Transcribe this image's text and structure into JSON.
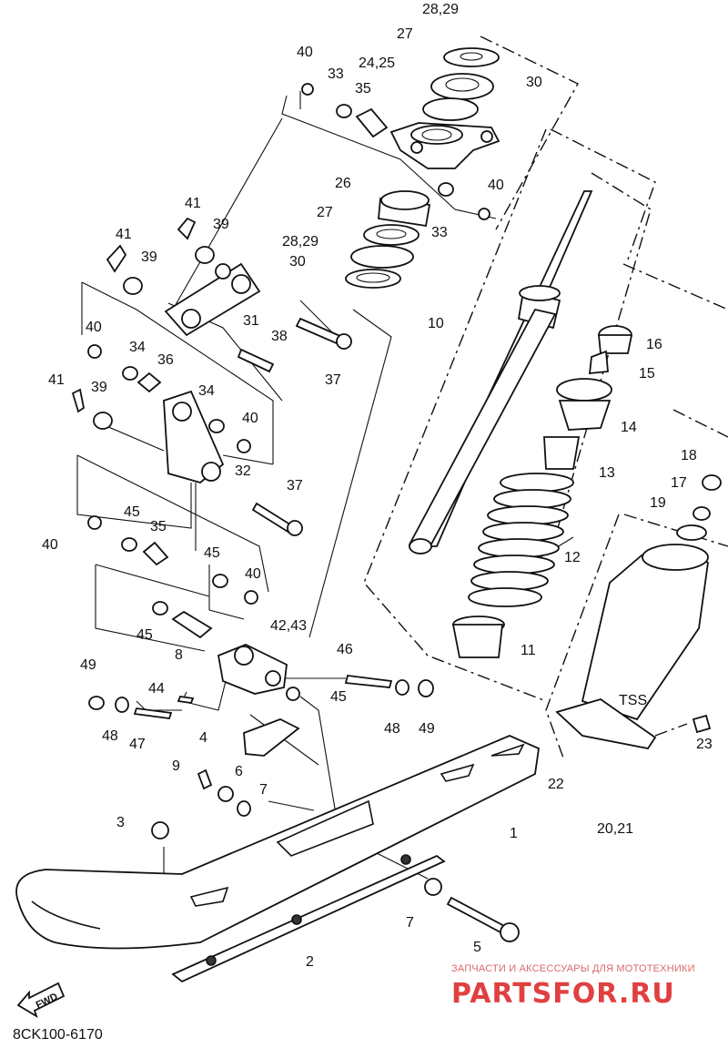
{
  "diagram": {
    "callouts": [
      "28,29",
      "27",
      "24,25",
      "30",
      "40",
      "33",
      "35",
      "26",
      "40",
      "33",
      "27",
      "28,29",
      "30",
      "41",
      "39",
      "41",
      "39",
      "31",
      "10",
      "40",
      "38",
      "34",
      "36",
      "37",
      "41",
      "39",
      "34",
      "40",
      "32",
      "16",
      "15",
      "14",
      "13",
      "12",
      "11",
      "18",
      "17",
      "19",
      "40",
      "45",
      "35",
      "37",
      "45",
      "40",
      "45",
      "8",
      "42,43",
      "46",
      "49",
      "44",
      "45",
      "48",
      "49",
      "48",
      "47",
      "4",
      "23",
      "9",
      "6",
      "7",
      "22",
      "3",
      "20,21",
      "1",
      "7",
      "5",
      "2"
    ],
    "drawing_code": "8CK100-6170",
    "fwd_label": "FWD"
  },
  "watermark": {
    "tagline": "ЗАПЧАСТИ И АКСЕССУАРЫ ДЛЯ МОТОТЕХНИКИ",
    "brand": "PARTSFOR.RU"
  }
}
